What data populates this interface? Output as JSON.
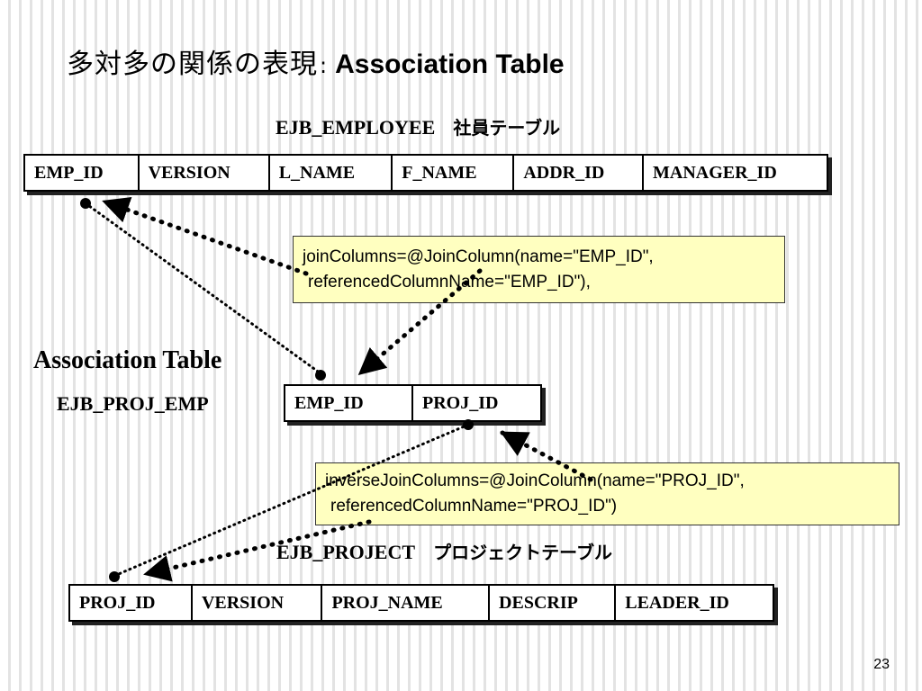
{
  "slide": {
    "title_jp": "多対多の関係の表現",
    "title_sep": ":",
    "title_en": "Association Table",
    "page_number": "23"
  },
  "employee": {
    "caption_en": "EJB_EMPLOYEE",
    "caption_jp": "社員テーブル",
    "columns": [
      "EMP_ID",
      "VERSION",
      "L_NAME",
      "F_NAME",
      "ADDR_ID",
      "MANAGER_ID"
    ]
  },
  "association": {
    "label": "Association Table",
    "name": "EJB_PROJ_EMP",
    "columns": [
      "EMP_ID",
      "PROJ_ID"
    ]
  },
  "project": {
    "caption_en": "EJB_PROJECT",
    "caption_jp": "プロジェクトテーブル",
    "columns": [
      "PROJ_ID",
      "VERSION",
      "PROJ_NAME",
      "DESCRIP",
      "LEADER_ID"
    ]
  },
  "join_note": {
    "line1": "joinColumns=@JoinColumn(name=\"EMP_ID\",",
    "line2": "referencedColumnName=\"EMP_ID\"),"
  },
  "inverse_note": {
    "line1": "inverseJoinColumns=@JoinColumn(name=\"PROJ_ID\",",
    "line2": "referencedColumnName=\"PROJ_ID\")"
  }
}
